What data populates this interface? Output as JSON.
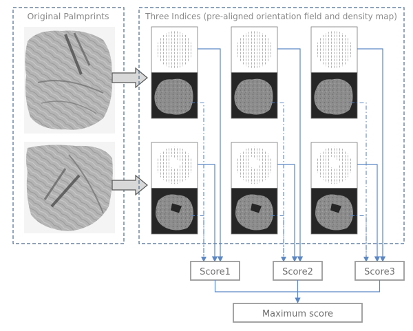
{
  "panels": {
    "left_title": "Original Palmprints",
    "right_title": "Three Indices (pre-aligned orientation field and density map)"
  },
  "scores": {
    "score1": "Score1",
    "score2": "Score2",
    "score3": "Score3"
  },
  "final": {
    "label": "Maximum score"
  },
  "colors": {
    "connector": "#5b87c5",
    "panel_border": "#4a6a8f",
    "score_border": "#9a9a9a",
    "label_text": "#8a8a8a",
    "density_bg": "#262626",
    "density_blob": "#8f8f8f",
    "arrow_fill": "#d8d8d8"
  },
  "icons": {
    "block_arrow": "block-arrow-icon",
    "arrowhead": "arrowhead-icon"
  }
}
